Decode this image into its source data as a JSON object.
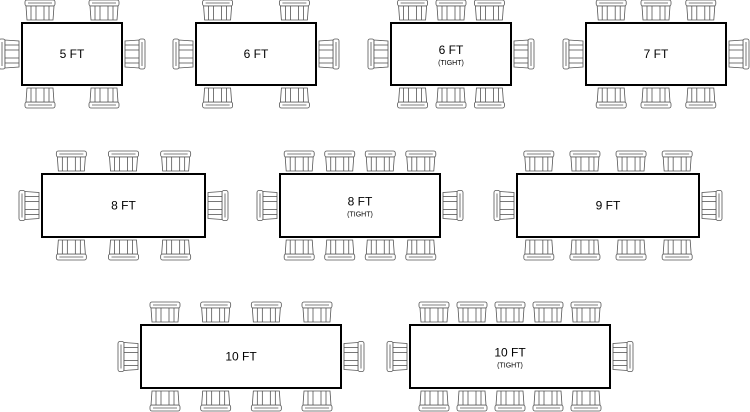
{
  "tables": [
    {
      "name": "table-5ft",
      "label": "5 FT",
      "note": "",
      "seats_per_side": 2,
      "end_chairs": true
    },
    {
      "name": "table-6ft",
      "label": "6 FT",
      "note": "",
      "seats_per_side": 2,
      "end_chairs": true
    },
    {
      "name": "table-6ft-tight",
      "label": "6 FT",
      "note": "(TIGHT)",
      "seats_per_side": 3,
      "end_chairs": true
    },
    {
      "name": "table-7ft",
      "label": "7 FT",
      "note": "",
      "seats_per_side": 3,
      "end_chairs": true
    },
    {
      "name": "table-8ft",
      "label": "8 FT",
      "note": "",
      "seats_per_side": 3,
      "end_chairs": true
    },
    {
      "name": "table-8ft-tight",
      "label": "8 FT",
      "note": "(TIGHT)",
      "seats_per_side": 4,
      "end_chairs": true
    },
    {
      "name": "table-9ft",
      "label": "9 FT",
      "note": "",
      "seats_per_side": 4,
      "end_chairs": true
    },
    {
      "name": "table-10ft",
      "label": "10 FT",
      "note": "",
      "seats_per_side": 4,
      "end_chairs": true
    },
    {
      "name": "table-10ft-tight",
      "label": "10 FT",
      "note": "(TIGHT)",
      "seats_per_side": 5,
      "end_chairs": true
    }
  ]
}
